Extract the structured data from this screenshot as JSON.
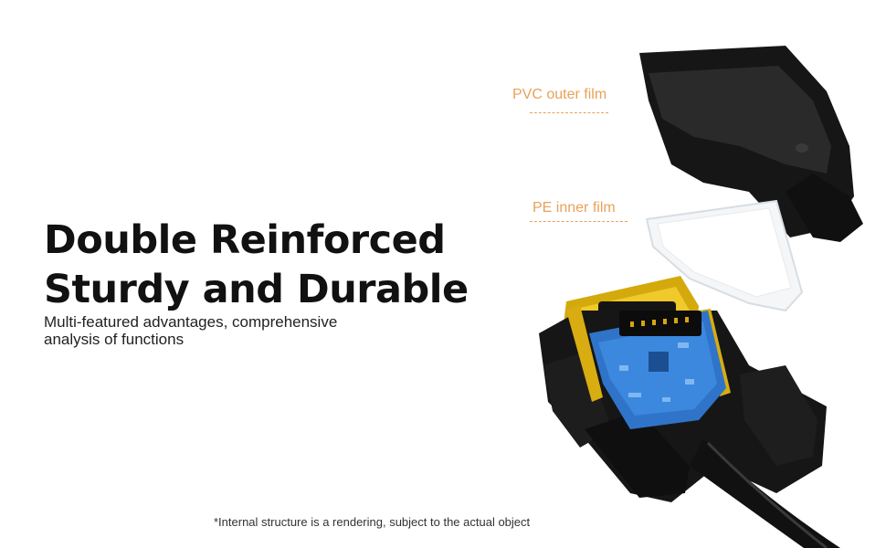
{
  "headline": {
    "line1": "Double Reinforced",
    "line2": "Sturdy and Durable"
  },
  "subtitle": "Multi-featured advantages, comprehensive analysis of functions",
  "labels": {
    "outer": "PVC outer film",
    "inner": "PE inner film"
  },
  "footnote": "*Internal structure is a rendering, subject to the actual object",
  "colors": {
    "label_accent": "#e8a25a",
    "connector_black": "#1a1a1a",
    "gold_pins": "#e0b815",
    "pcb_blue": "#2f74c8"
  }
}
